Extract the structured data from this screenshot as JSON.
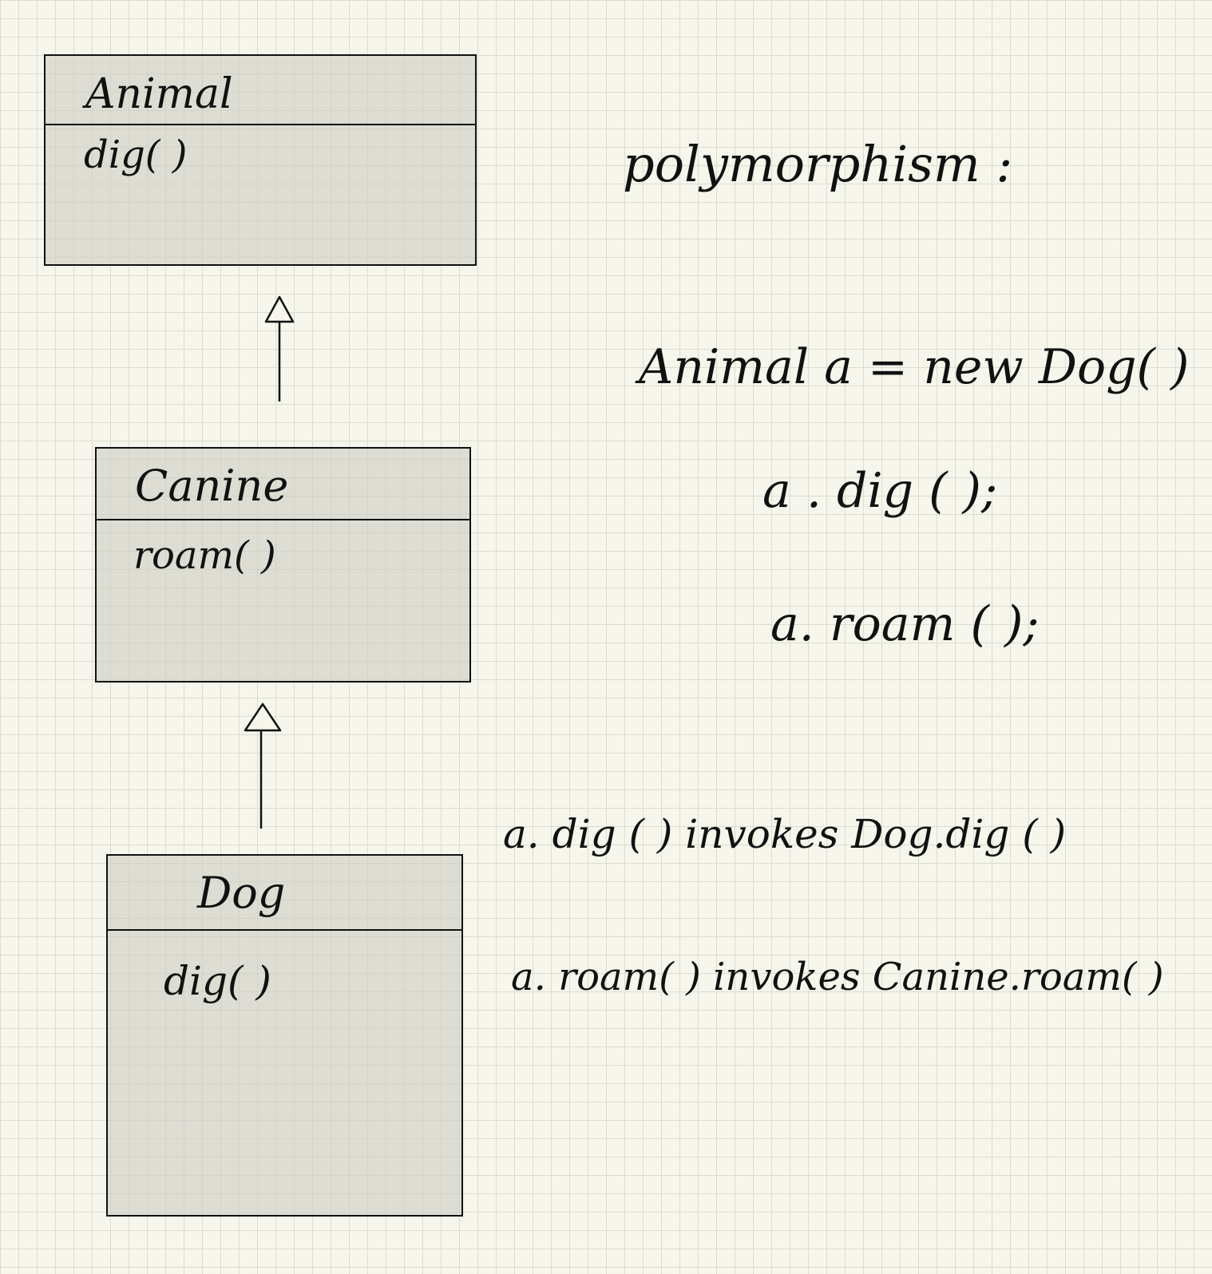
{
  "classes": {
    "animal": {
      "name": "Animal",
      "method": "dig( )"
    },
    "canine": {
      "name": "Canine",
      "method": "roam( )"
    },
    "dog": {
      "name": "Dog",
      "method": "dig( )"
    }
  },
  "notes": {
    "heading": "polymorphism :",
    "declaration": "Animal  a = new  Dog( )",
    "call_dig": "a . dig ( );",
    "call_roam": "a. roam ( );",
    "explain_dig": "a. dig ( )   invokes   Dog.dig ( )",
    "explain_roam": "a. roam( )   invokes  Canine.roam( )"
  },
  "relationships": [
    {
      "from": "canine",
      "to": "animal",
      "type": "generalization"
    },
    {
      "from": "dog",
      "to": "canine",
      "type": "generalization"
    }
  ]
}
